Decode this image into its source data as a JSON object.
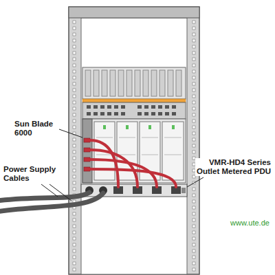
{
  "diagram": {
    "labels": [
      "Sun Blade 6000",
      "Power Supply Cables",
      "VMR-HD4 Series Outlet Metered PDU",
      "www.ute.de"
    ]
  }
}
